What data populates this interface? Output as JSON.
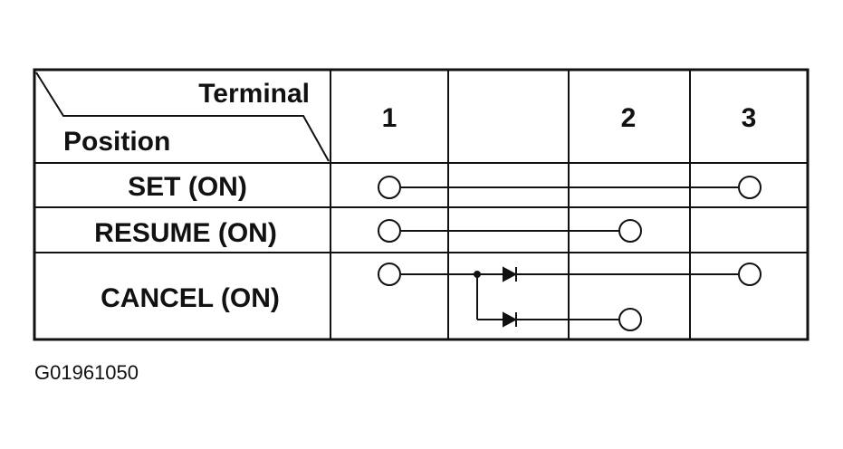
{
  "header": {
    "terminal_label": "Terminal",
    "position_label": "Position",
    "columns": [
      "1",
      "",
      "2",
      "3"
    ]
  },
  "rows": [
    {
      "label": "SET (ON)"
    },
    {
      "label": "RESUME (ON)"
    },
    {
      "label": "CANCEL (ON)"
    }
  ],
  "connections": [
    {
      "row": "SET (ON)",
      "terminals": [
        "1",
        "3"
      ]
    },
    {
      "row": "RESUME (ON)",
      "terminals": [
        "1",
        "2"
      ]
    },
    {
      "row": "CANCEL (ON)",
      "terminals": [
        "1",
        "3"
      ],
      "via": "diode"
    },
    {
      "row": "CANCEL (ON)",
      "terminals": [
        "1",
        "2"
      ],
      "via": "diode"
    }
  ],
  "footer": {
    "code": "G01961050"
  }
}
